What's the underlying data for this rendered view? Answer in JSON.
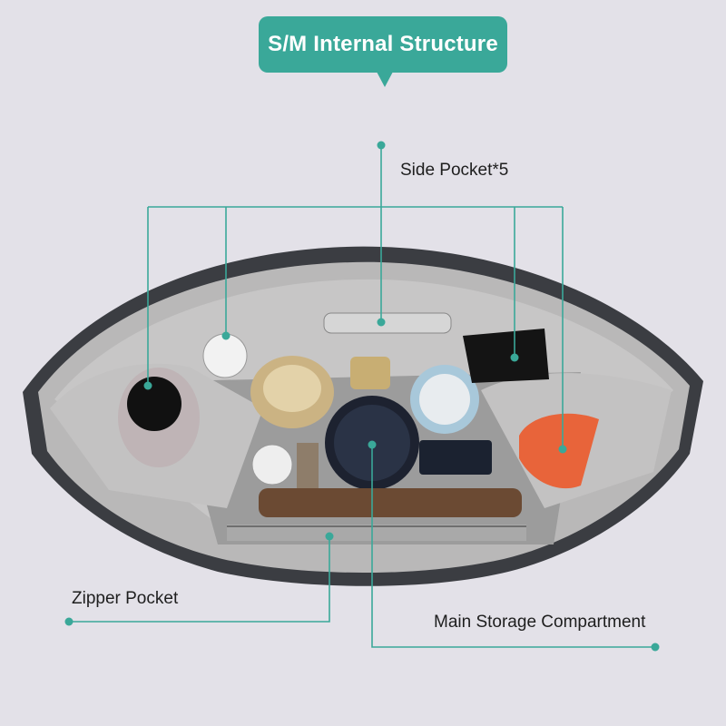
{
  "header": {
    "title": "S/M Internal Structure"
  },
  "callouts": {
    "side_pocket": "Side Pocket*5",
    "zipper_pocket": "Zipper Pocket",
    "main_storage": "Main Storage Compartment"
  },
  "colors": {
    "accent": "#3aa899",
    "bag_shell": "#3b3d42",
    "bag_lining": "#b9b8b8",
    "background": "#e3e1e8",
    "sponge": "#e8643a"
  }
}
